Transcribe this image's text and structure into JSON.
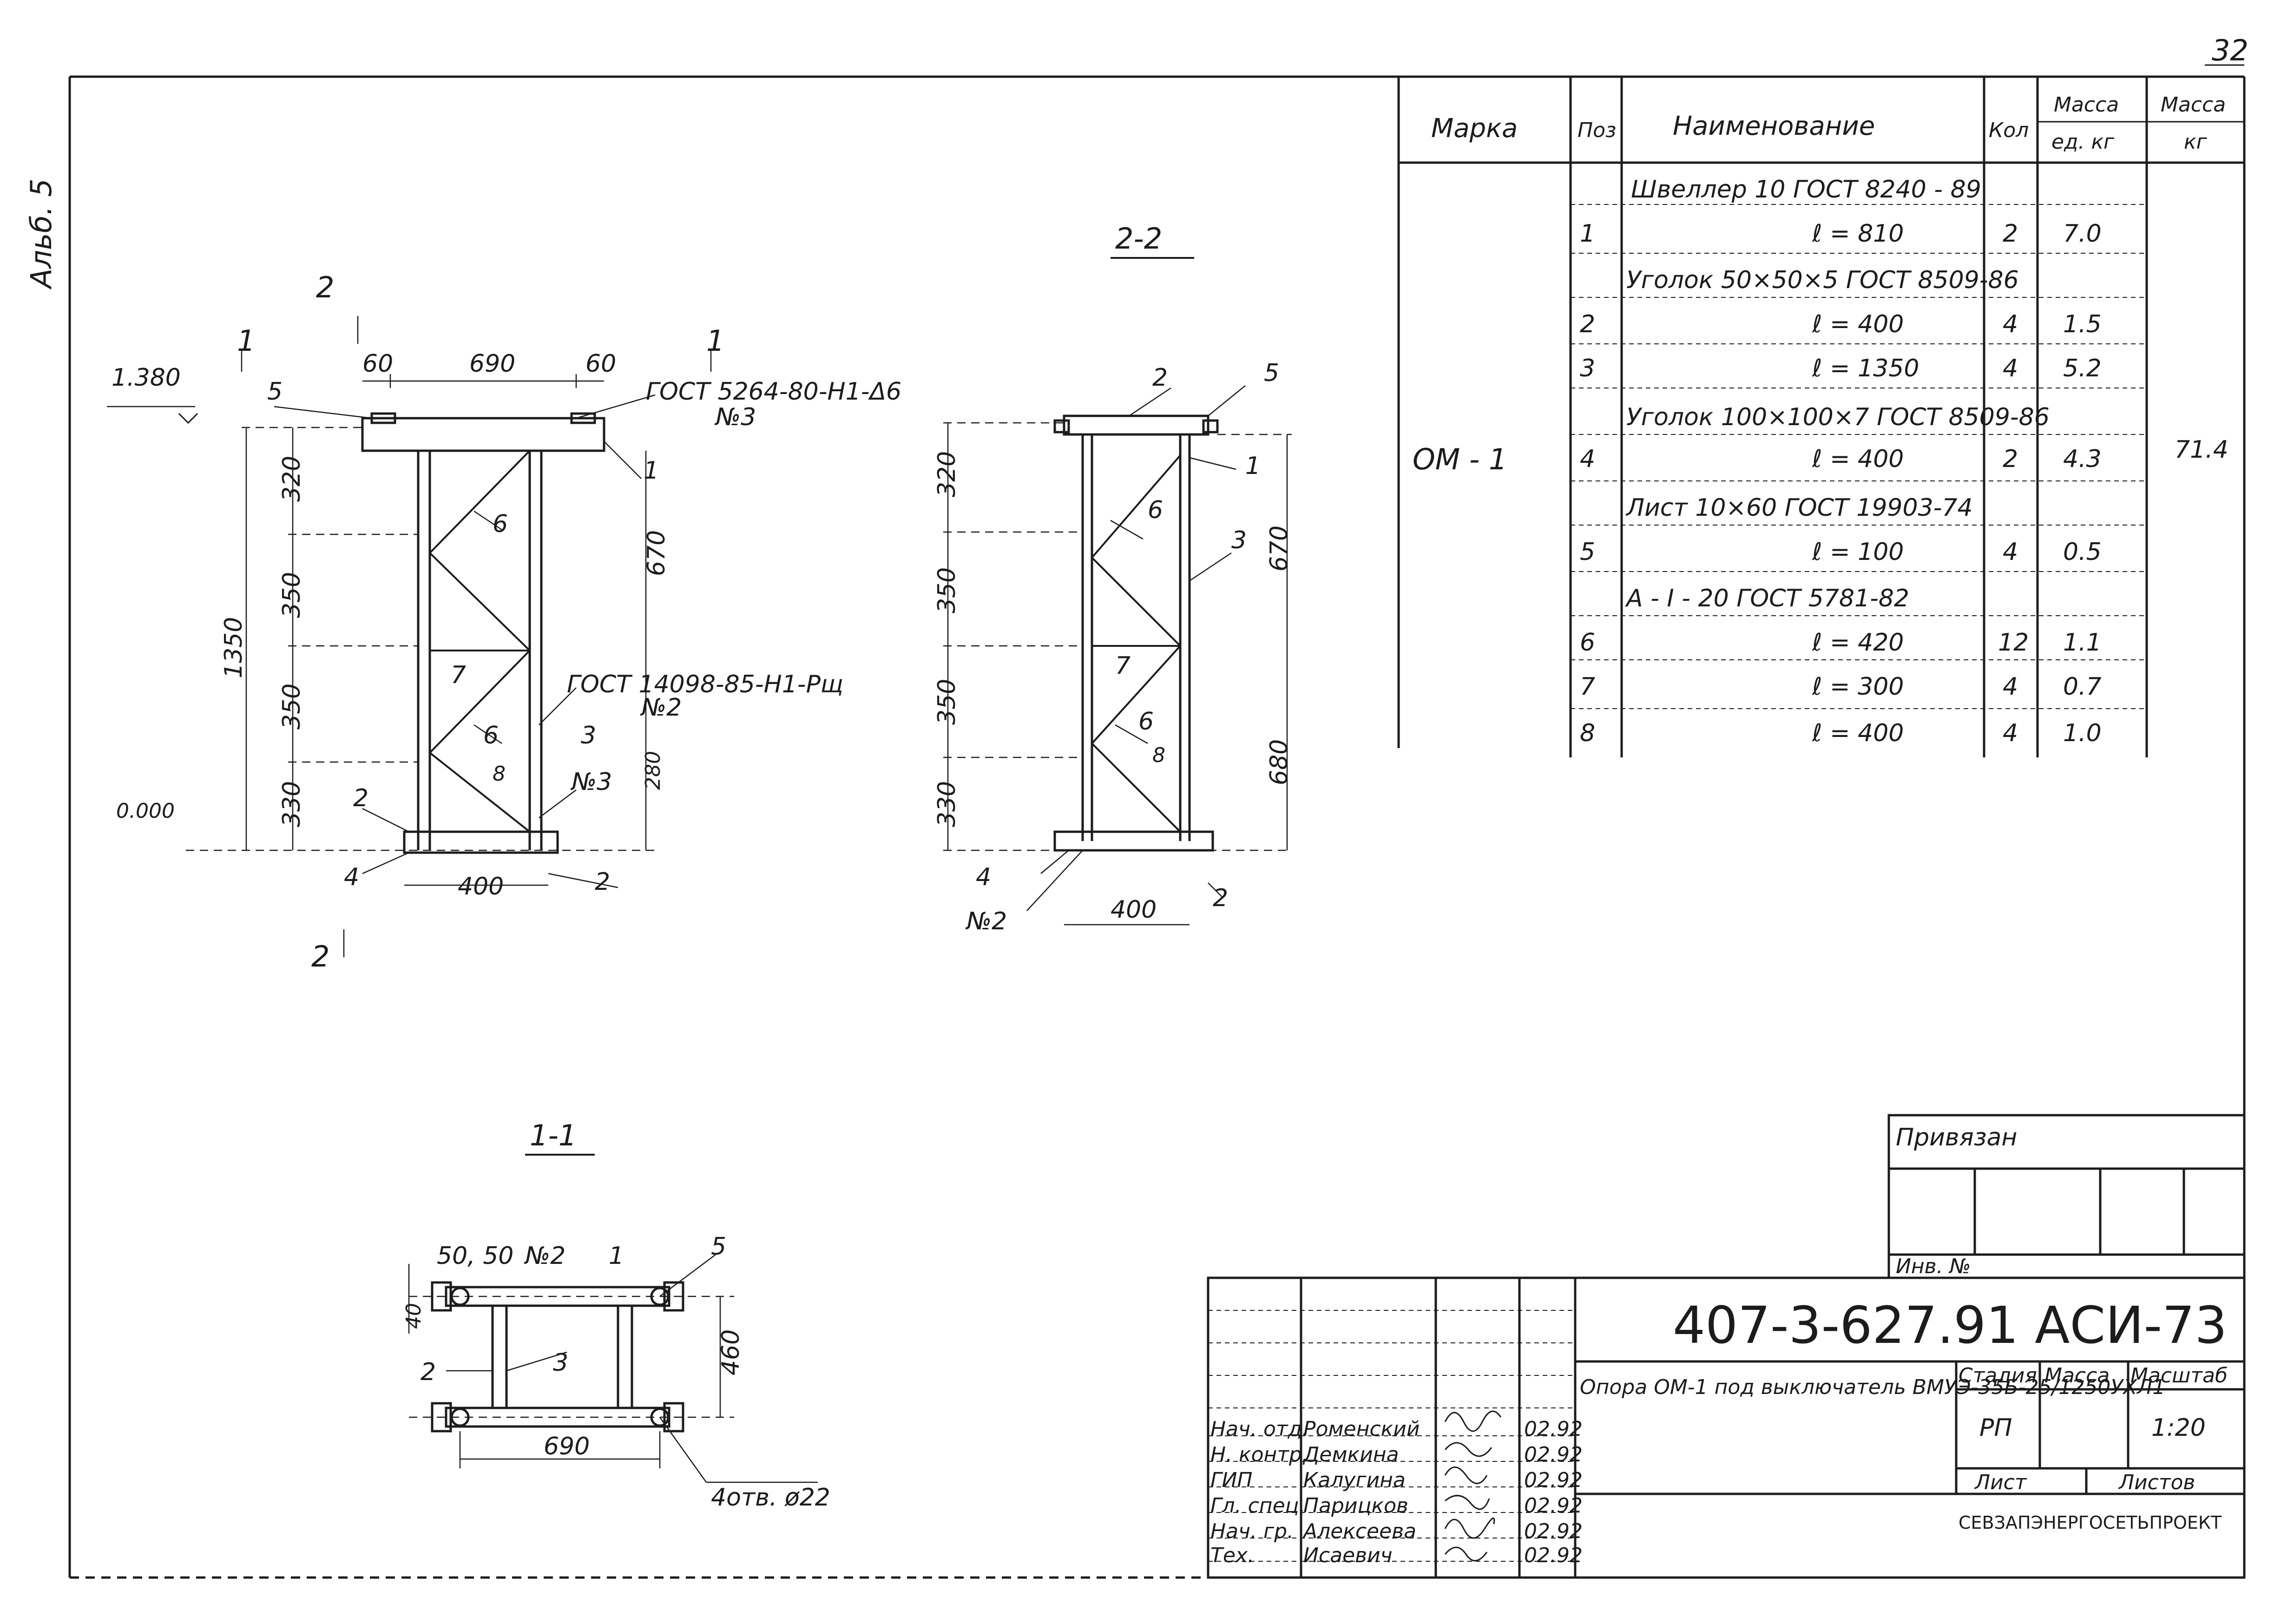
{
  "sheet_number": "32",
  "margin_note": "Альб. 5",
  "spec": {
    "headers": {
      "mark": "Марка",
      "pos": "Поз",
      "name": "Наименование",
      "qty": "Кол",
      "mass_unit_top": "Масса",
      "mass_unit_bottom": "ед. кг",
      "mass_total_top": "Масса",
      "mass_total_bottom": "кг"
    },
    "mark": "ОМ - 1",
    "total_mass": "71.4",
    "rows": [
      {
        "pos": "",
        "name": "Швеллер 10 ГОСТ 8240 - 89",
        "qty": "",
        "mass": ""
      },
      {
        "pos": "1",
        "name": "ℓ = 810",
        "qty": "2",
        "mass": "7.0"
      },
      {
        "pos": "",
        "name": "Уголок 50×50×5 ГОСТ 8509-86",
        "qty": "",
        "mass": ""
      },
      {
        "pos": "2",
        "name": "ℓ = 400",
        "qty": "4",
        "mass": "1.5"
      },
      {
        "pos": "3",
        "name": "ℓ = 1350",
        "qty": "4",
        "mass": "5.2"
      },
      {
        "pos": "",
        "name": "Уголок 100×100×7 ГОСТ 8509-86",
        "qty": "",
        "mass": ""
      },
      {
        "pos": "4",
        "name": "ℓ = 400",
        "qty": "2",
        "mass": "4.3"
      },
      {
        "pos": "",
        "name": "Лист 10×60 ГОСТ 19903-74",
        "qty": "",
        "mass": ""
      },
      {
        "pos": "5",
        "name": "ℓ = 100",
        "qty": "4",
        "mass": "0.5"
      },
      {
        "pos": "",
        "name": "A - I - 20 ГОСТ 5781-82",
        "qty": "",
        "mass": ""
      },
      {
        "pos": "6",
        "name": "ℓ = 420",
        "qty": "12",
        "mass": "1.1"
      },
      {
        "pos": "7",
        "name": "ℓ = 300",
        "qty": "4",
        "mass": "0.7"
      },
      {
        "pos": "8",
        "name": "ℓ = 400",
        "qty": "4",
        "mass": "1.0"
      }
    ]
  },
  "views": {
    "front": {
      "cut_mark_2": "2",
      "cut_mark_1": "1",
      "elev_top": "1.380",
      "elev_bottom": "0.000",
      "dims_top": [
        "60",
        "690",
        "60"
      ],
      "dims_left": [
        "320",
        "350",
        "350",
        "330"
      ],
      "dim_total": "1350",
      "dim_670": "670",
      "dim_280": "280",
      "dim_400": "400",
      "note_weld_top": "ГОСТ 5264-80-Н1-Δ6",
      "note_weld_top_n": "№3",
      "note_weld_mid": "ГОСТ 14098-85-Н1-Рщ",
      "note_weld_mid_n": "№2",
      "note_n3": "№3",
      "pos_labels": {
        "p1": "1",
        "p2": "2",
        "p3": "3",
        "p4": "4",
        "p5": "5",
        "p6": "6",
        "p7": "7",
        "p8": "8"
      }
    },
    "side": {
      "title": "2-2",
      "dims_left": [
        "320",
        "350",
        "350",
        "330"
      ],
      "dim_670": "670",
      "dim_680": "680",
      "dim_400": "400",
      "note_n2": "№2"
    },
    "plan": {
      "title": "1-1",
      "dim_top": "50, 50",
      "dim_top_n": "№2",
      "dim_460": "460",
      "dim_40": "40",
      "dim_690": "690",
      "holes": "4отв. ø22"
    }
  },
  "stamp": {
    "privyazan": "Привязан",
    "inv": "Инв. №",
    "code": "407-3-627.91 АСИ-73",
    "title": "Опора ОМ-1 под выключатель ВМУЭ-35Б-25/1250УХЛ1",
    "stage_h": "Стадия",
    "mass_h": "Масса",
    "scale_h": "Масштаб",
    "stage": "РП",
    "scale": "1:20",
    "sheet_h": "Лист",
    "sheets_h": "Листов",
    "org": "СЕВЗАПЭНЕРГОСЕТЬПРОЕКТ",
    "people": [
      {
        "role": "Нач. отд.",
        "name": "Роменский",
        "date": "02.92"
      },
      {
        "role": "Н. контр.",
        "name": "Демкина",
        "date": "02.92"
      },
      {
        "role": "ГИП",
        "name": "Калугина",
        "date": "02.92"
      },
      {
        "role": "Гл. спец.",
        "name": "Парицков",
        "date": "02.92"
      },
      {
        "role": "Нач. гр.",
        "name": "Алексеева",
        "date": "02.92"
      },
      {
        "role": "Тех.",
        "name": "Исаевич",
        "date": "02.92"
      }
    ]
  }
}
